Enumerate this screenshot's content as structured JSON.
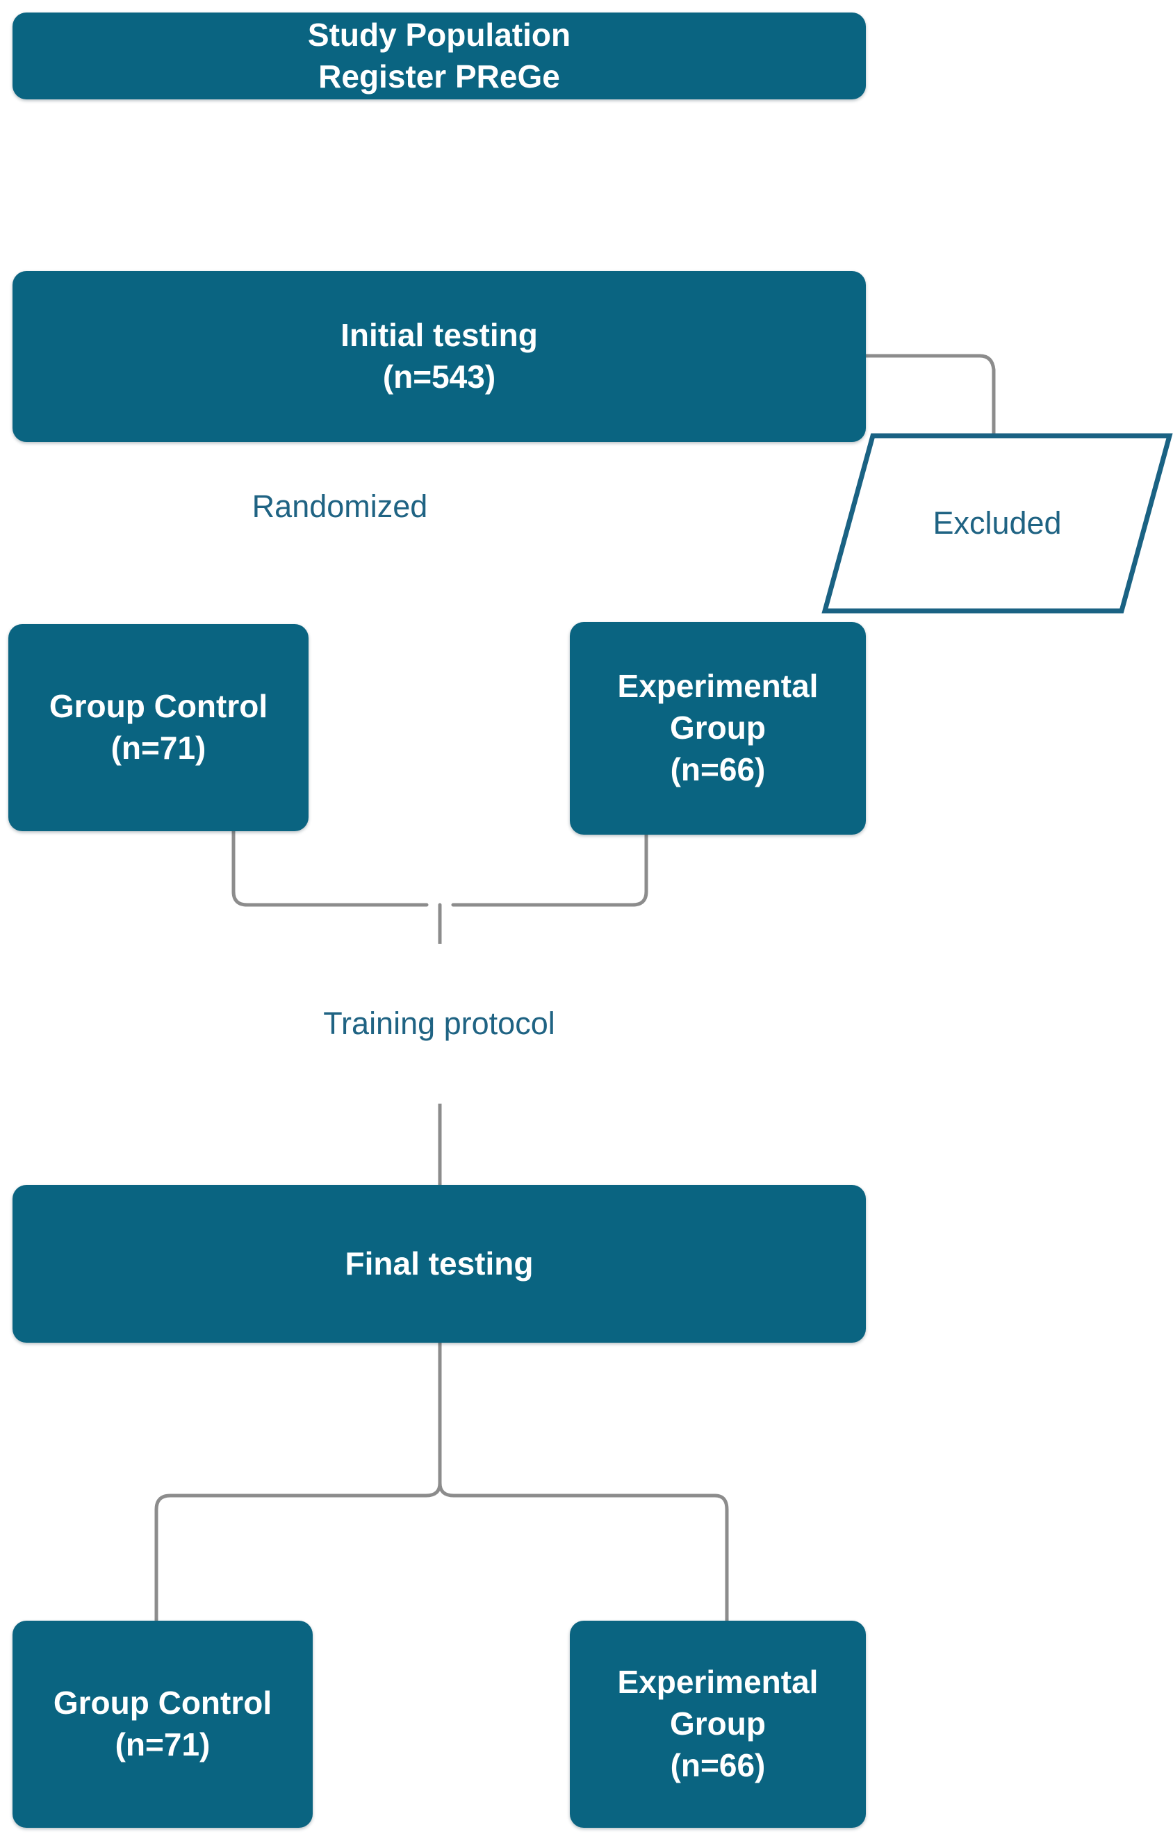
{
  "diagram": {
    "title": "CONSORT-style study flow diagram",
    "colors": {
      "node_fill": "#0a6481",
      "node_text": "#ffffff",
      "outline_border": "#1a6283",
      "accent_text": "#1f6383",
      "connector": "#8c8c8c",
      "background": "#ffffff"
    },
    "nodes": {
      "study_population": {
        "line1": "Study Population",
        "line2": "Register PReGe"
      },
      "initial_testing": {
        "line1": "Initial testing",
        "line2": "(n=543)",
        "n": 543
      },
      "group_control_1": {
        "line1": "Group Control",
        "line2": "(n=71)",
        "n": 71
      },
      "experimental_group_1": {
        "line1": "Experimental",
        "line2": "Group",
        "line3": "(n=66)",
        "n": 66
      },
      "training_protocol": {
        "label": "Training protocol"
      },
      "final_testing": {
        "label": "Final testing"
      },
      "group_control_2": {
        "line1": "Group Control",
        "line2": "(n=71)",
        "n": 71
      },
      "experimental_group_2": {
        "line1": "Experimental",
        "line2": "Group",
        "line3": "(n=66)",
        "n": 66
      },
      "excluded": {
        "label": "Excluded"
      }
    },
    "captions": {
      "randomized": "Randomized"
    }
  }
}
